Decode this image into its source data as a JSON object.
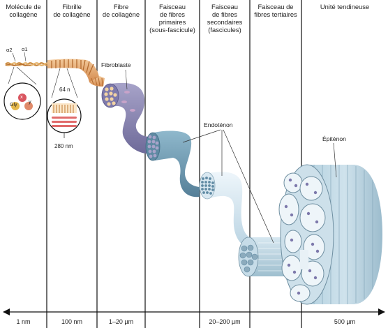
{
  "columns": [
    {
      "id": "molecule",
      "lines": [
        "Molécule de",
        "collagène"
      ]
    },
    {
      "id": "fibril",
      "lines": [
        "Fibrille",
        "de collagène"
      ]
    },
    {
      "id": "fiber",
      "lines": [
        "Fibre",
        "de collagène"
      ]
    },
    {
      "id": "primary",
      "lines": [
        "Faisceau",
        "de fibres",
        "primaires",
        "(sous-fascicule)"
      ]
    },
    {
      "id": "secondary",
      "lines": [
        "Faisceau",
        "de fibres",
        "secondaires",
        "(fascicules)"
      ]
    },
    {
      "id": "tertiary",
      "lines": [
        "Faisceau de",
        "fibres tertiaires"
      ]
    },
    {
      "id": "unit",
      "lines": [
        "Unité tendineuse"
      ]
    }
  ],
  "scale": [
    "1 nm",
    "100 nm",
    "1–20 µm",
    "20–200 µm",
    "500 µm"
  ],
  "labels": {
    "alpha2": "α2",
    "alpha1": "α1",
    "x": "x",
    "y": "y",
    "gly": "Gly",
    "band": "64 n",
    "diameter": "280 nm",
    "fibroblast": "Fibroblaste",
    "endotenon": "Endoténon",
    "epitenon": "Épiténon"
  },
  "colors": {
    "collagen": "#e8a86a",
    "fiber": "#8c88b3",
    "primary": "#6d9ab3",
    "secondary": "#cde3ef",
    "tendon": "#a9c9d9",
    "dots_gly": "#e6b84d",
    "dots_x": "#d9555f"
  }
}
